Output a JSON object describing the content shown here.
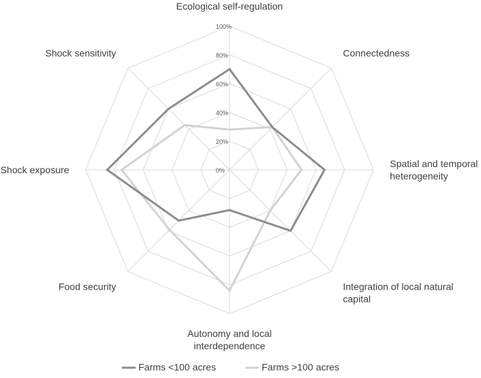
{
  "chart_data": {
    "type": "radar",
    "categories": [
      [
        "Ecological self-regulation"
      ],
      [
        "Connectedness"
      ],
      [
        "Spatial and temporal",
        "heterogeneity"
      ],
      [
        "Integration of local natural",
        "capital"
      ],
      [
        "Autonomy and local",
        "interdependence"
      ],
      [
        "Food security"
      ],
      [
        "Shock exposure"
      ],
      [
        "Shock sensitivity"
      ]
    ],
    "tick_labels": [
      "0%",
      "20%",
      "40%",
      "60%",
      "80%",
      "100%"
    ],
    "rlim": [
      0,
      100
    ],
    "grid": true,
    "legend_position": "bottom",
    "series": [
      {
        "name": "Farms <100 acres",
        "color": "#8c8c8c",
        "values": [
          70,
          42,
          66,
          60,
          28,
          50,
          85,
          60
        ]
      },
      {
        "name": "Farms >100 acres",
        "color": "#d3d3d3",
        "values": [
          28,
          42,
          50,
          40,
          84,
          59,
          75,
          44
        ]
      }
    ]
  }
}
